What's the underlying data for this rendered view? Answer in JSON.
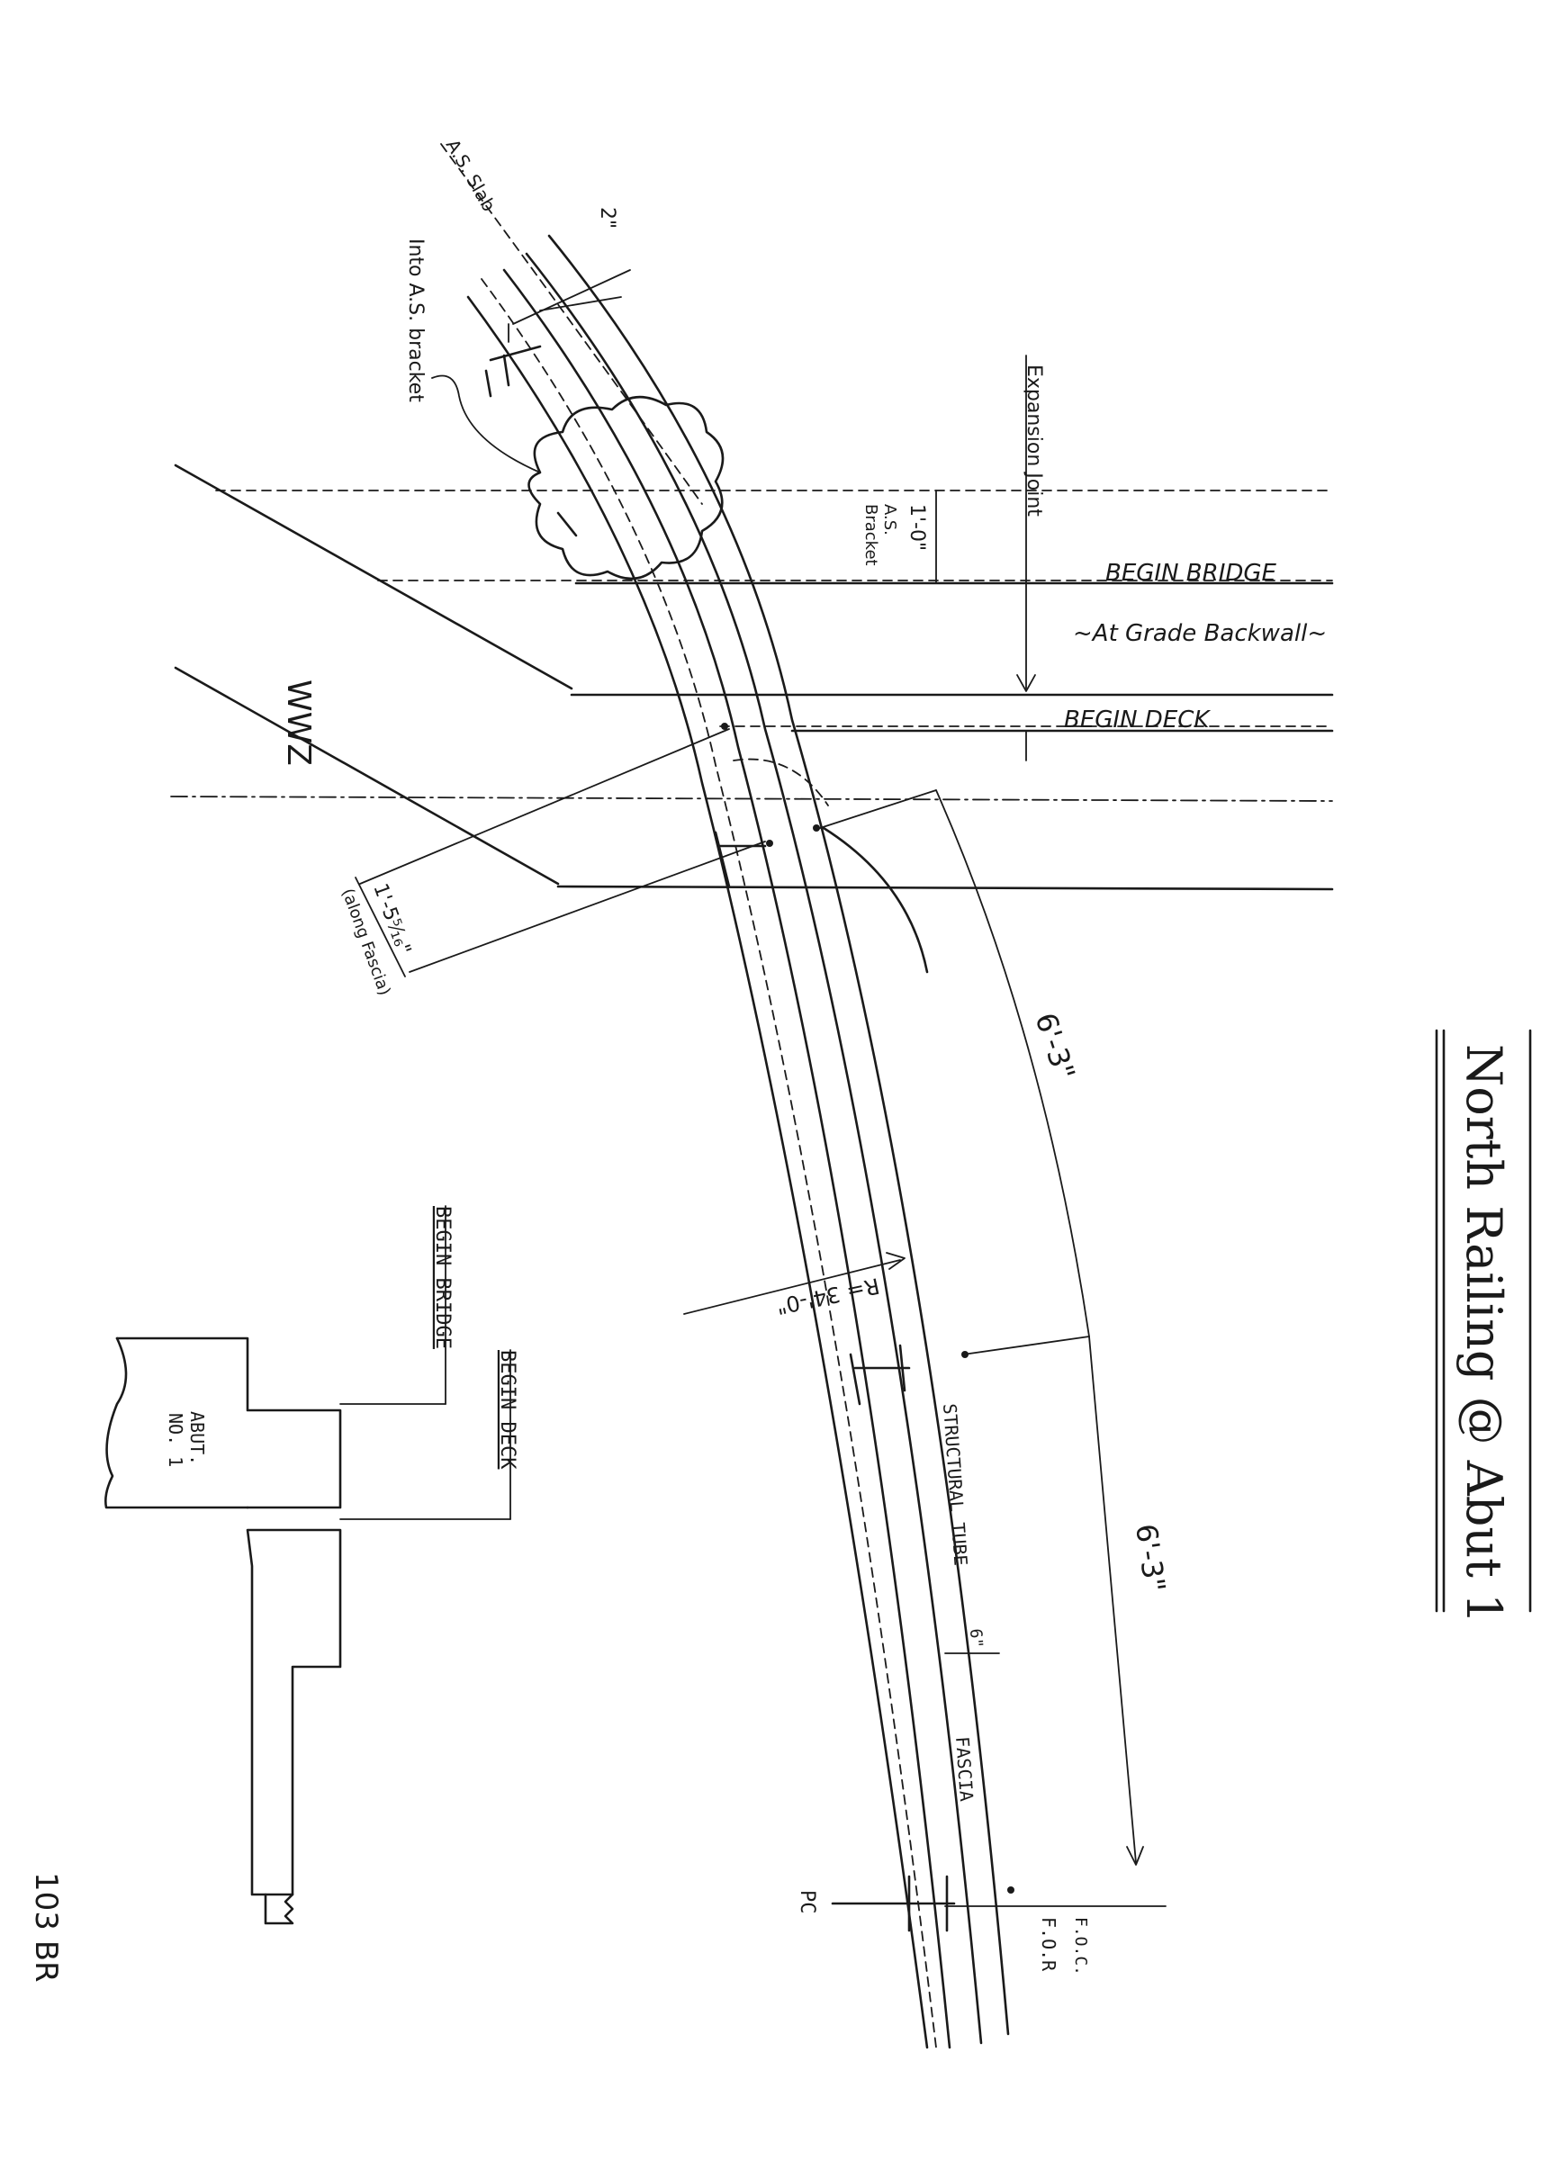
{
  "sheet": {
    "title": "North Railing @ Abut 1",
    "page_mark": "103 BR"
  },
  "plan": {
    "slab_label": "A.S. Slab",
    "dim_2in": "2\"",
    "into_as_bracket": "Into A.S. bracket",
    "expansion_joint": "Expansion Joint",
    "as_bracket_1": "A.S.",
    "as_bracket_2": "Bracket",
    "dim_1ft": "1'-0\"",
    "begin_bridge": "BEGIN BRIDGE",
    "at_grade_backwall": "~At Grade Backwall~",
    "begin_deck": "BEGIN DECK",
    "wwz": "WWZ",
    "dim_fascia_1": "1'-5⁵⁄₁₆\"",
    "dim_fascia_2": "(along Fascia)",
    "dim_6_3_top": "6'-3\"",
    "dim_6_3_bottom": "6'-3\"",
    "radius": "R= 34'-0\"",
    "structural_tube": "STRUCTURAL TUBE",
    "dim_6in": "6\"",
    "fascia": "FASCIA",
    "pc": "PC",
    "foc": "F.O.C.",
    "for": "F.O.R"
  },
  "inset": {
    "begin_bridge": "BEGIN BRIDGE",
    "begin_deck": "BEGIN DECK",
    "abut_1": "ABUT.",
    "abut_2": "NO. 1"
  }
}
